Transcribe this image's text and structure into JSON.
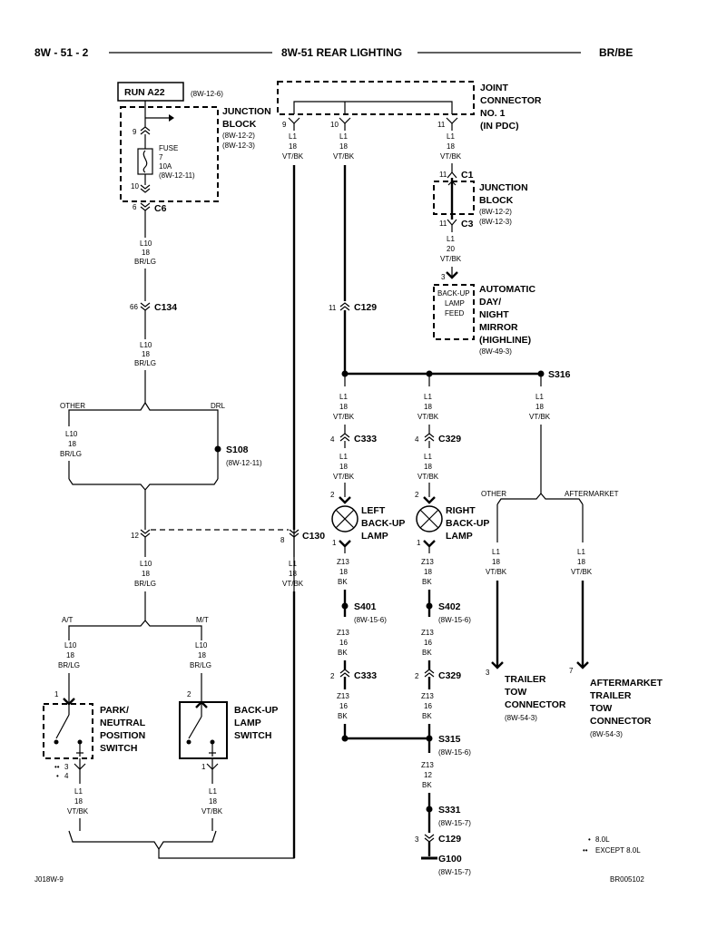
{
  "header": {
    "left": "8W - 51 - 2",
    "center": "8W-51 REAR LIGHTING",
    "right": "BR/BE"
  },
  "footer": {
    "left": "J018W-9",
    "right": "BR005102"
  },
  "legend": {
    "dot1": "•",
    "dot1_text": "8.0L",
    "dot2": "••",
    "dot2_text": "EXCEPT 8.0L"
  },
  "run": {
    "label": "RUN A22",
    "ref": "(8W-12-6)"
  },
  "jb1": {
    "title1": "JUNCTION",
    "title2": "BLOCK",
    "ref1": "(8W-12-2)",
    "ref2": "(8W-12-3)",
    "pin_top": "9",
    "pin_bot": "10",
    "fuse1": "FUSE",
    "fuse2": "7",
    "fuse3": "10A",
    "fuse4": "(8W-12-11)",
    "c_pin": "6",
    "c_name": "C6"
  },
  "jc": {
    "l1": "JOINT",
    "l2": "CONNECTOR",
    "l3": "NO. 1",
    "l4": "(IN PDC)",
    "p9": "9",
    "p10": "10",
    "p11": "11"
  },
  "w_l1": "L1",
  "w_18": "18",
  "w_vtbk": "VT/BK",
  "w_l10": "L10",
  "w_brlg": "BR/LG",
  "w_z13": "Z13",
  "w_16": "16",
  "w_12": "12",
  "w_bk": "BK",
  "w_20": "20",
  "jb2": {
    "p_top": "11",
    "c1": "C1",
    "title1": "JUNCTION",
    "title2": "BLOCK",
    "ref1": "(8W-12-2)",
    "ref2": "(8W-12-3)",
    "p_bot": "11",
    "c3": "C3"
  },
  "mirror": {
    "pin": "3",
    "box1": "BACK-UP",
    "box2": "LAMP",
    "box3": "FEED",
    "l1": "AUTOMATIC",
    "l2": "DAY/",
    "l3": "NIGHT",
    "l4": "MIRROR",
    "l5": "(HIGHLINE)",
    "ref": "(8W-49-3)"
  },
  "c134": {
    "pin": "66",
    "name": "C134"
  },
  "c129a": {
    "pin": "11",
    "name": "C129"
  },
  "s316": "S316",
  "other": "OTHER",
  "drl": "DRL",
  "s108": {
    "name": "S108",
    "ref": "(8W-12-11)"
  },
  "c333a": {
    "pin": "4",
    "name": "C333"
  },
  "c329a": {
    "pin": "4",
    "name": "C329"
  },
  "c130": {
    "pin12": "12",
    "pin8": "8",
    "name": "C130"
  },
  "lamp_l": {
    "pin_t": "2",
    "pin_b": "1",
    "l1": "LEFT",
    "l2": "BACK-UP",
    "l3": "LAMP"
  },
  "lamp_r": {
    "pin_t": "2",
    "pin_b": "1",
    "l1": "RIGHT",
    "l2": "BACK-UP",
    "l3": "LAMP"
  },
  "split2": {
    "other": "OTHER",
    "after": "AFTERMARKET"
  },
  "at": "A/T",
  "mt": "M/T",
  "s401": {
    "name": "S401",
    "ref": "(8W-15-6)"
  },
  "s402": {
    "name": "S402",
    "ref": "(8W-15-6)"
  },
  "c333b": {
    "pin": "2",
    "name": "C333"
  },
  "c329b": {
    "pin": "2",
    "name": "C329"
  },
  "trailer": {
    "pin": "3",
    "l1": "TRAILER",
    "l2": "TOW",
    "l3": "CONNECTOR",
    "ref": "(8W-54-3)"
  },
  "after": {
    "pin": "7",
    "l1": "AFTERMARKET",
    "l2": "TRAILER",
    "l3": "TOW",
    "l4": "CONNECTOR",
    "ref": "(8W-54-3)"
  },
  "pnp": {
    "pin_t": "1",
    "l1": "PARK/",
    "l2": "NEUTRAL",
    "l3": "POSITION",
    "l4": "SWITCH",
    "pin_b1": "3",
    "pin_b2": "4",
    "m1": "••",
    "m2": "•"
  },
  "bus": {
    "pin_t": "2",
    "l1": "BACK-UP",
    "l2": "LAMP",
    "l3": "SWITCH",
    "pin_b": "1"
  },
  "s315": {
    "name": "S315",
    "ref": "(8W-15-6)"
  },
  "s331": {
    "name": "S331",
    "ref": "(8W-15-7)"
  },
  "c129b": {
    "pin": "3",
    "name": "C129"
  },
  "g100": {
    "name": "G100",
    "ref": "(8W-15-7)"
  }
}
